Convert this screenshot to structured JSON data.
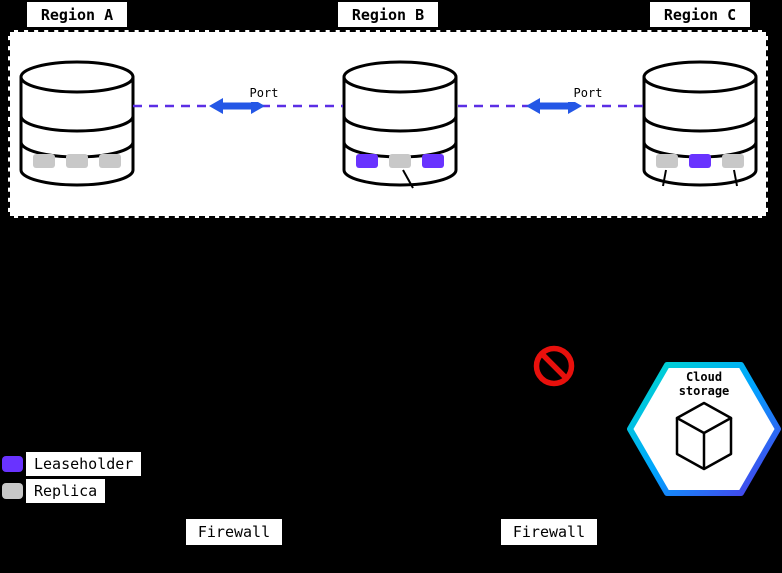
{
  "colors": {
    "background": "#000000",
    "surface": "#ffffff",
    "outline": "#000000",
    "leaseholder": "#6933ff",
    "replica": "#c8c8c8",
    "link_dash": "#5b2ee5",
    "arrow": "#2457e6",
    "no_symbol": "#e8100c",
    "hex_gradient": [
      "#00dcc8",
      "#00a4ff",
      "#5430e8"
    ]
  },
  "regions": [
    {
      "label": "Region A",
      "replicas": [
        "replica",
        "replica",
        "replica"
      ]
    },
    {
      "label": "Region B",
      "replicas": [
        "leaseholder",
        "replica",
        "leaseholder"
      ]
    },
    {
      "label": "Region C",
      "replicas": [
        "replica",
        "leaseholder",
        "replica"
      ]
    }
  ],
  "connections": [
    {
      "label": "Port"
    },
    {
      "label": "Port"
    }
  ],
  "cloud_storage": {
    "line1": "Cloud",
    "line2": "storage"
  },
  "legend": {
    "items": [
      {
        "label": "Leaseholder",
        "color_key": "leaseholder"
      },
      {
        "label": "Replica",
        "color_key": "replica"
      }
    ]
  },
  "firewalls": [
    {
      "label": "Firewall"
    },
    {
      "label": "Firewall"
    }
  ]
}
